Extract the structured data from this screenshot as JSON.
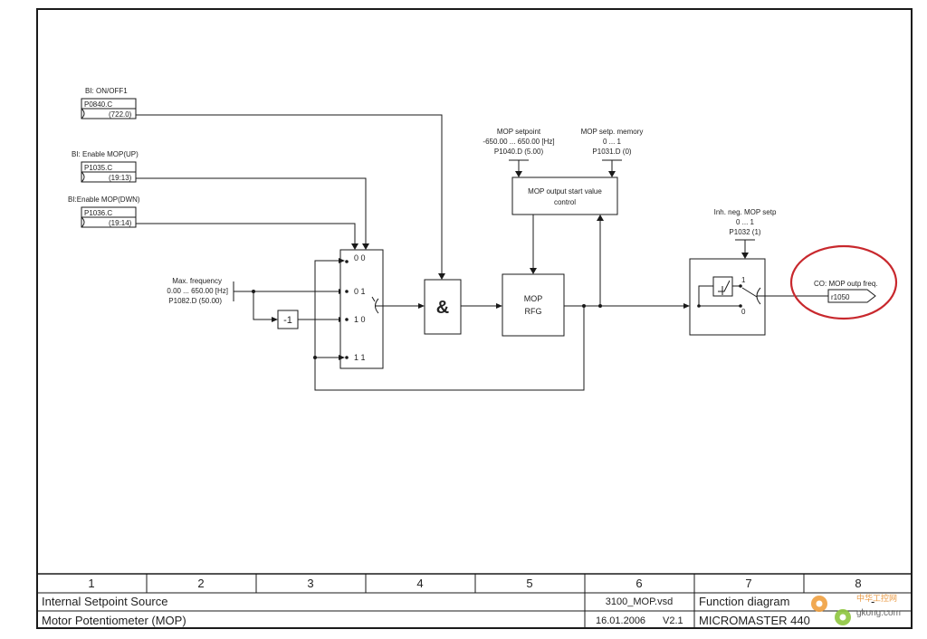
{
  "inputs": [
    {
      "label": "BI: ON/OFF1",
      "param": "P0840.C",
      "value": "(722.0)"
    },
    {
      "label": "BI: Enable MOP(UP)",
      "param": "P1035.C",
      "value": "(19:13)"
    },
    {
      "label": "BI:Enable MOP(DWN)",
      "param": "P1036.C",
      "value": "(19:14)"
    }
  ],
  "max_frequency": {
    "line1": "Max. frequency",
    "line2": "0.00 ... 650.00  [Hz]",
    "line3": "P1082.D (50.00)"
  },
  "mop_setpoint": {
    "line1": "MOP setpoint",
    "line2": "-650.00 ... 650.00  [Hz]",
    "line3": "P1040.D (5.00)"
  },
  "mop_memory": {
    "line1": "MOP setp. memory",
    "line2": "0 ... 1",
    "line3": "P1031.D (0)"
  },
  "start_value_box": {
    "line1": "MOP output start value",
    "line2": "control"
  },
  "inh_neg": {
    "line1": "Inh. neg. MOP setp",
    "line2": "0 ... 1",
    "line3": "P1032 (1)"
  },
  "output": {
    "label": "CO: MOP outp freq.",
    "param": "r1050"
  },
  "negate_label": "-1",
  "and_label": "&",
  "rfg": {
    "line1": "MOP",
    "line2": "RFG"
  },
  "selector_states": [
    "0 0",
    "0 1",
    "1 0",
    "1 1"
  ],
  "switch_labels": {
    "one": "1",
    "zero": "0"
  },
  "footer": {
    "columns": [
      "1",
      "2",
      "3",
      "4",
      "5",
      "6",
      "7",
      "8"
    ],
    "title1": "Internal Setpoint Source",
    "title2": "Motor Potentiometer (MOP)",
    "file": "3100_MOP.vsd",
    "date": "16.01.2006",
    "version": "V2.1",
    "type": "Function diagram",
    "product": "MICROMASTER 440",
    "sheet": "-"
  },
  "watermark": {
    "text1": "中华工控网",
    "text2": "gkong.com"
  },
  "colors": {
    "highlight_ring": "#c8282d",
    "watermark_orange": "#f0a040",
    "watermark_green": "#8ec63f"
  }
}
